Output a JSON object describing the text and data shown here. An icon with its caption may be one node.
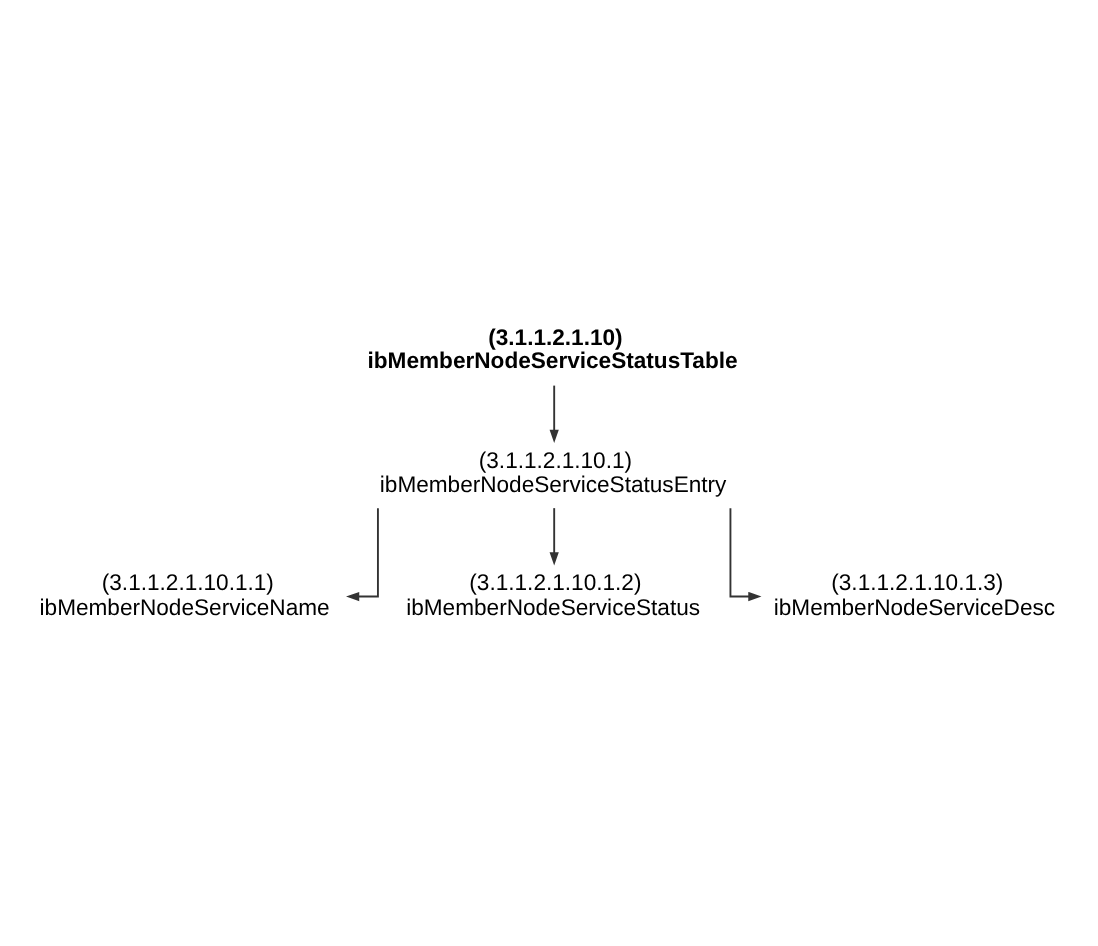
{
  "diagram": {
    "nodes": [
      {
        "text": [
          "(3.1.1.2.1.10)",
          "ibMemberNodeServiceStatusTable"
        ]
      },
      {
        "text": [
          "(3.1.1.2.1.10.1)",
          "ibMemberNodeServiceStatusEntry"
        ]
      },
      {
        "text": [
          "(3.1.1.2.1.10.1.1)",
          "ibMemberNodeServiceName"
        ]
      },
      {
        "text": [
          "(3.1.1.2.1.10.1.2)",
          "ibMemberNodeServiceStatus"
        ]
      },
      {
        "text": [
          "(3.1.1.2.1.10.1.3)",
          "ibMemberNodeServiceDesc"
        ]
      }
    ],
    "edges": [
      {
        "from": 0,
        "to": 1,
        "arrow": "to"
      },
      {
        "from": 1,
        "to": 2,
        "arrow": "to"
      },
      {
        "from": 1,
        "to": 3,
        "arrow": "to"
      },
      {
        "from": 1,
        "to": 4,
        "arrow": "to"
      }
    ]
  }
}
